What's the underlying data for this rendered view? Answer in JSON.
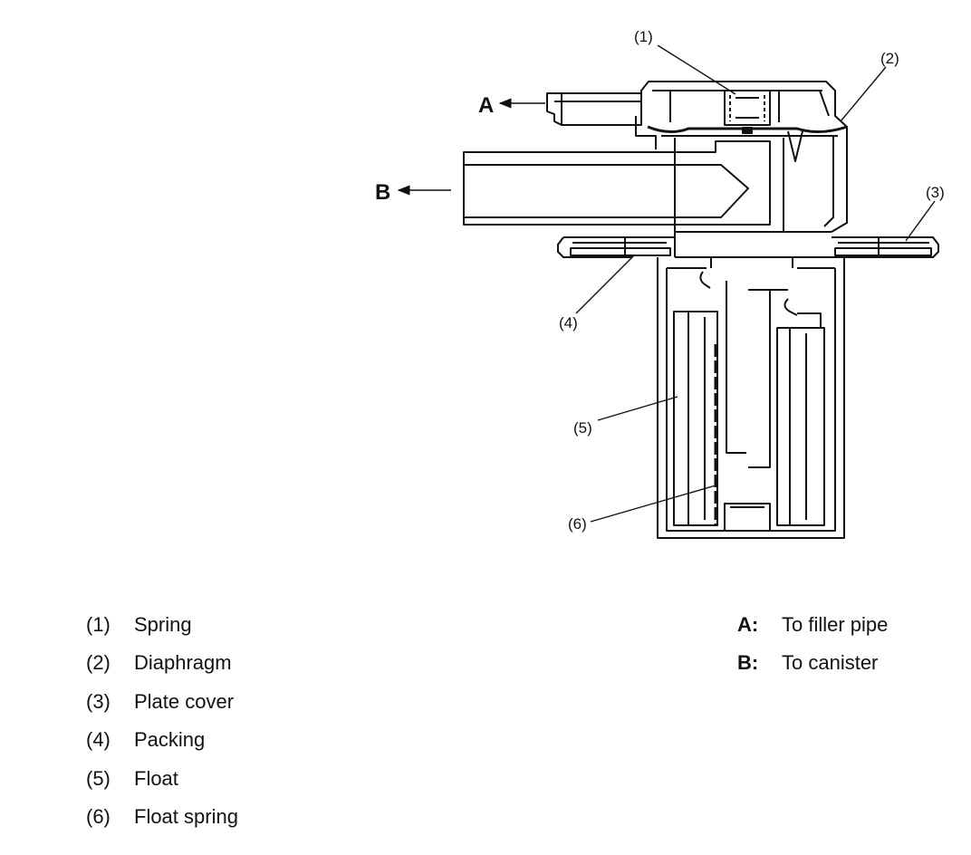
{
  "callouts": [
    {
      "id": "1",
      "label": "(1)"
    },
    {
      "id": "2",
      "label": "(2)"
    },
    {
      "id": "3",
      "label": "(3)"
    },
    {
      "id": "4",
      "label": "(4)"
    },
    {
      "id": "5",
      "label": "(5)"
    },
    {
      "id": "6",
      "label": "(6)"
    }
  ],
  "ports": [
    {
      "id": "A",
      "label": "A"
    },
    {
      "id": "B",
      "label": "B"
    }
  ],
  "legend_left": [
    {
      "num": "(1)",
      "text": "Spring"
    },
    {
      "num": "(2)",
      "text": "Diaphragm"
    },
    {
      "num": "(3)",
      "text": "Plate cover"
    },
    {
      "num": "(4)",
      "text": "Packing"
    },
    {
      "num": "(5)",
      "text": "Float"
    },
    {
      "num": "(6)",
      "text": "Float spring"
    }
  ],
  "legend_right": [
    {
      "num": "A:",
      "text": "To filler pipe"
    },
    {
      "num": "B:",
      "text": "To canister"
    }
  ]
}
